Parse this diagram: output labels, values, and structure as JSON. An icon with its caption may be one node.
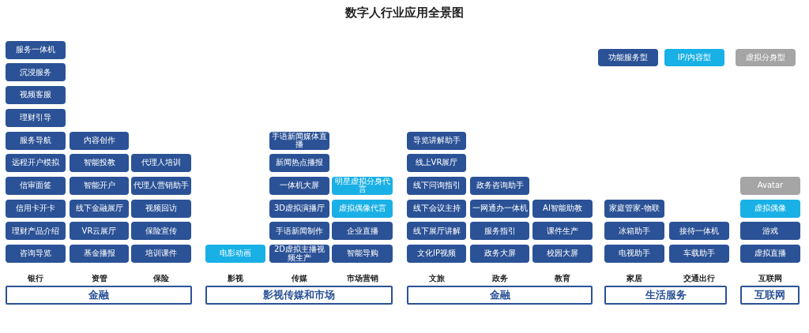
{
  "diagram": {
    "title": "数字人行业应用全景图",
    "nodes": [
      {
        "text": [
          "服务一体机"
        ]
      },
      {
        "text": [
          "沉浸服务"
        ]
      },
      {
        "text": [
          "视频客服"
        ]
      },
      {
        "text": [
          "理财引导"
        ]
      },
      {
        "text": [
          "服务导航"
        ]
      },
      {
        "text": [
          "远程开户模拟"
        ]
      },
      {
        "text": [
          "信审面签"
        ]
      },
      {
        "text": [
          "信用卡开卡"
        ]
      },
      {
        "text": [
          "理财产品介绍"
        ]
      },
      {
        "text": [
          "咨询导览"
        ]
      },
      {
        "text": [
          "内容创作"
        ]
      },
      {
        "text": [
          "智能投教"
        ]
      },
      {
        "text": [
          "智能开户"
        ]
      },
      {
        "text": [
          "线下金融展厅"
        ]
      },
      {
        "text": [
          "VR云展厅"
        ]
      },
      {
        "text": [
          "基金播报"
        ]
      },
      {
        "text": [
          "代理人培训"
        ]
      },
      {
        "text": [
          "代理人营销助手"
        ]
      },
      {
        "text": [
          "视频回访"
        ]
      },
      {
        "text": [
          "保险宣传"
        ]
      },
      {
        "text": [
          "培训课件"
        ]
      },
      {
        "text": [
          "电影动画"
        ]
      },
      {
        "text": [
          "手语新闻媒体直播"
        ]
      },
      {
        "text": [
          "新闻热点播报"
        ]
      },
      {
        "text": [
          "一体机大屏"
        ]
      },
      {
        "text": [
          "3D虚拟演播厅"
        ]
      },
      {
        "text": [
          "手语新闻制作"
        ]
      },
      {
        "text": [
          "2D虚拟主播视频生产"
        ]
      },
      {
        "text": [
          "明星虚拟分身代言"
        ]
      },
      {
        "text": [
          "虚拟偶像代言"
        ]
      },
      {
        "text": [
          "企业直播"
        ]
      },
      {
        "text": [
          "智能导购"
        ]
      },
      {
        "text": [
          "导览讲解助手"
        ]
      },
      {
        "text": [
          "线上VR展厅"
        ]
      },
      {
        "text": [
          "线下问询指引"
        ]
      },
      {
        "text": [
          "线下会议主持"
        ]
      },
      {
        "text": [
          "线下展厅讲解"
        ]
      },
      {
        "text": [
          "文化IP视频"
        ]
      },
      {
        "text": [
          "政务咨询助手"
        ]
      },
      {
        "text": [
          "一网通办一体机"
        ]
      },
      {
        "text": [
          "服务指引"
        ]
      },
      {
        "text": [
          "政务大屏"
        ]
      },
      {
        "text": [
          "AI智能助教"
        ]
      },
      {
        "text": [
          "课件生产"
        ]
      },
      {
        "text": [
          "校园大屏"
        ]
      },
      {
        "text": [
          "家庭管家-物联"
        ]
      },
      {
        "text": [
          "冰箱助手"
        ]
      },
      {
        "text": [
          "电视助手"
        ]
      },
      {
        "text": [
          "接待一体机"
        ]
      },
      {
        "text": [
          "车载助手"
        ]
      },
      {
        "text": [
          "Avatar"
        ]
      },
      {
        "text": [
          "虚拟偶像"
        ]
      },
      {
        "text": [
          "游戏"
        ]
      },
      {
        "text": [
          "虚拟直播"
        ]
      },
      {
        "text": [
          "金融"
        ]
      },
      {
        "text": [
          "影视传媒和市场"
        ]
      },
      {
        "text": [
          "金融"
        ]
      },
      {
        "text": [
          "生活服务"
        ]
      },
      {
        "text": [
          "互联网"
        ]
      }
    ],
    "labels": [
      "银行",
      "资管",
      "保险",
      "影视",
      "传媒",
      "市场营销",
      "文旅",
      "政务",
      "教育",
      "家居",
      "交通出行",
      "互联网"
    ],
    "legend": [
      {
        "text": "功能服务型",
        "color": "#2b5296"
      },
      {
        "text": "IP/内容型",
        "color": "#19b0e6"
      },
      {
        "text": "虚拟分身型",
        "color": "#a5a5a5"
      }
    ]
  }
}
